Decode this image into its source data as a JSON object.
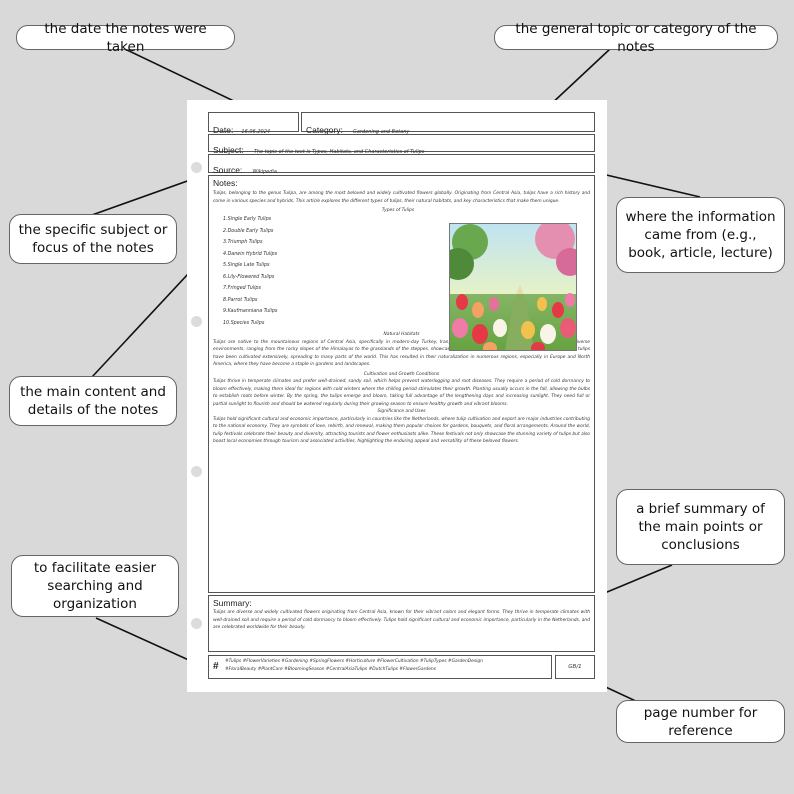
{
  "callouts": {
    "date": "the date the notes were taken",
    "category": "the general topic or category of the notes",
    "subject": "the specific subject or focus of the notes",
    "source": "where the information came from (e.g., book, article, lecture)",
    "notes": "the main content and details of the notes",
    "summary": "a brief summary of the main points or conclusions",
    "tags": "to facilitate easier searching and organization",
    "page": "page number for reference"
  },
  "sheet": {
    "date_label": "Date:",
    "date_value": "16.06.2024",
    "category_label": "Category:",
    "category_value": "Gardening and Botany",
    "subject_label": "Subject:",
    "subject_value": "The topic of the text is Types, Habitats, and Characteristics of Tulips",
    "source_label": "Source:",
    "source_value": "Wikipedia",
    "notes_label": "Notes:",
    "intro": "Tulips, belonging to the genus Tulipa, are among the most beloved and widely cultivated flowers globally. Originating from Central Asia, tulips have a rich history and come in various species and hybrids. This article explores the different types of tulips, their natural habitats, and key characteristics that make them unique.",
    "types_heading": "Types of Tulips",
    "types": [
      "1.Single Early Tulips",
      "2.Double Early Tulips",
      "3.Triumph Tulips",
      "4.Darwin Hybrid Tulips",
      "5.Single Late Tulips",
      "6.Lily-Flowered Tulips",
      "7.Fringed Tulips",
      "8.Parrot Tulips",
      "9.Kaufmanniana Tulips",
      "10.Species Tulips"
    ],
    "habitats_heading": "Natural Habitats",
    "habitats": "Tulips are native to the mountainous regions of Central Asia, specifically in modern-day Turkey, Iran, and parts of Central Asia. They are often found in diverse environments, ranging from the rocky slopes of the Himalayas to the grasslands of the steppes, showcasing their adaptability to various terrains. Over centuries, tulips have been cultivated extensively, spreading to many parts of the world. This has resulted in their naturalization in numerous regions, especially in Europe and North America, where they have become a staple in gardens and landscapes.",
    "cultivation_heading": "Cultivation and Growth Conditions",
    "cultivation": "Tulips thrive in temperate climates and prefer well-drained, sandy soil, which helps prevent waterlogging and root diseases. They require a period of cold dormancy to bloom effectively, making them ideal for regions with cold winters where the chilling period stimulates their growth. Planting usually occurs in the fall, allowing the bulbs to establish roots before winter. By the spring, the tulips emerge and bloom, taking full advantage of the lengthening days and increasing sunlight. They need full or partial sunlight to flourish and should be watered regularly during their growing season to ensure healthy growth and vibrant blooms.",
    "significance_heading": "Significance and Uses",
    "significance": "Tulips hold significant cultural and economic importance, particularly in countries like the Netherlands, where tulip cultivation and export are major industries contributing to the national economy. They are symbols of love, rebirth, and renewal, making them popular choices for gardens, bouquets, and floral arrangements. Around the world, tulip festivals celebrate their beauty and diversity, attracting tourists and flower enthusiasts alike. These festivals not only showcase the stunning variety of tulips but also boost local economies through tourism and associated activities, highlighting the enduring appeal and versatility of these beloved flowers.",
    "summary_label": "Summary:",
    "summary": "Tulips are diverse and widely cultivated flowers originating from Central Asia, known for their vibrant colors and elegant forms. They thrive in temperate climates with well-drained soil and require a period of cold dormancy to bloom effectively. Tulips hold significant cultural and economic importance, particularly in the Netherlands, and are celebrated worldwide for their beauty.",
    "hash_symbol": "#",
    "tags_line1": "#Tulips #FlowerVarieties #Gardening #SpringFlowers #Horticulture #FlowerCultivation #TulipTypes #GardenDesign",
    "tags_line2": "#FloralBeauty #PlantCare #BloomingSeason #CentralAsiaTulips #DutchTulips #FlowerGardens",
    "page_number": "GB/1"
  },
  "colors": {
    "background": "#d9d9d9",
    "sheet": "#ffffff",
    "border": "#555555"
  },
  "icons": {
    "tags": "hash-icon",
    "image": "tulip-garden-illustration"
  }
}
